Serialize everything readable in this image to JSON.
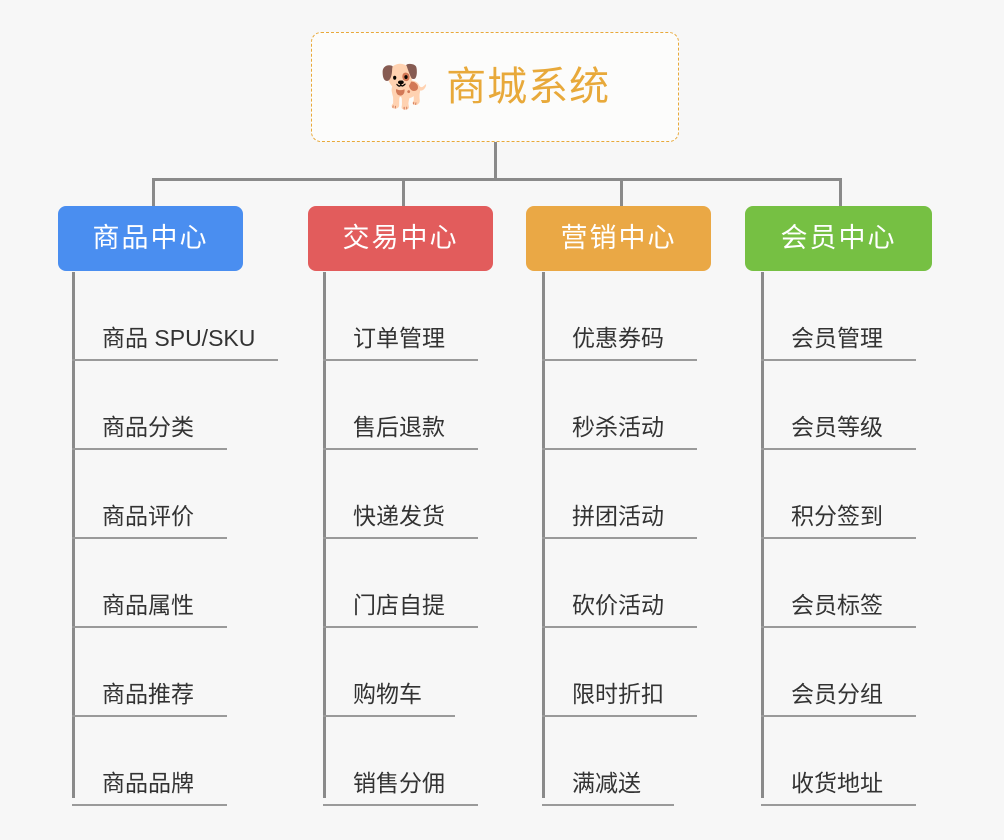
{
  "page": {
    "background_color": "#f7f7f7",
    "connector_color": "#8a8a8a"
  },
  "root": {
    "title": "商城系统",
    "emoji": "🐕",
    "emoji_name": "shiba-inu-emoji",
    "text_color": "#e8a93a",
    "border_color": "#e8a93a",
    "background_color": "#fcfcfb"
  },
  "categories": [
    {
      "label": "商品中心",
      "color": "#4a8ef0",
      "items": [
        "商品 SPU/SKU",
        "商品分类",
        "商品评价",
        "商品属性",
        "商品推荐",
        "商品品牌"
      ]
    },
    {
      "label": "交易中心",
      "color": "#e25c5c",
      "items": [
        "订单管理",
        "售后退款",
        "快递发货",
        "门店自提",
        "购物车",
        "销售分佣"
      ]
    },
    {
      "label": "营销中心",
      "color": "#eaa845",
      "items": [
        "优惠券码",
        "秒杀活动",
        "拼团活动",
        "砍价活动",
        "限时折扣",
        "满减送"
      ]
    },
    {
      "label": "会员中心",
      "color": "#76c043",
      "items": [
        "会员管理",
        "会员等级",
        "积分签到",
        "会员标签",
        "会员分组",
        "收货地址"
      ]
    }
  ]
}
